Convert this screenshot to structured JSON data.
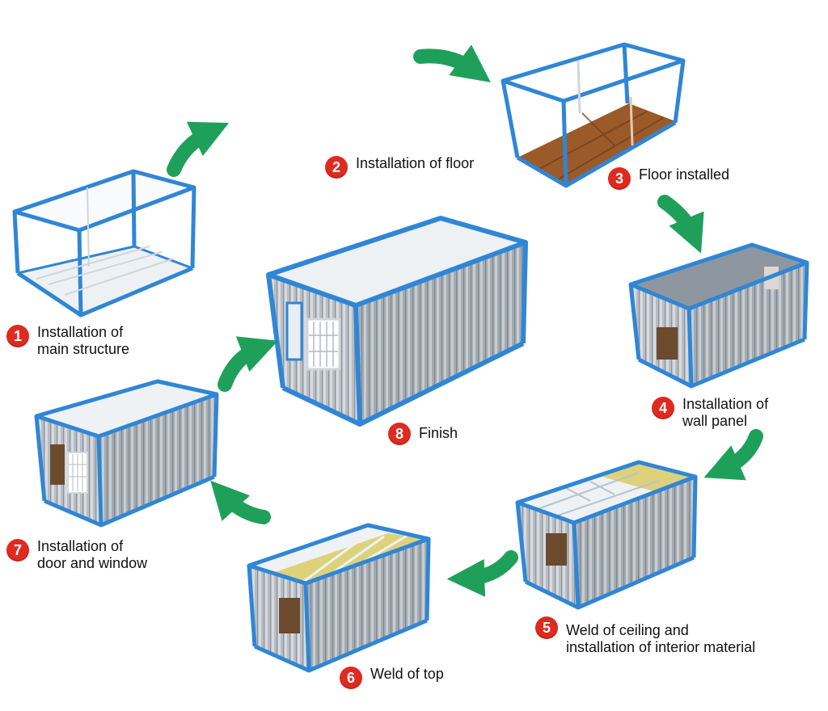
{
  "colors": {
    "frame": "#2f86d6",
    "frame_dark": "#1f6fbd",
    "roof": "#e9eef2",
    "wall": "#9ea6ad",
    "wall_light": "#c9ced3",
    "floor": "#9b5a2a",
    "insulation": "#ddd27a",
    "arrow": "#1fa05a",
    "badge": "#e02a1f"
  },
  "steps": [
    {
      "num": "1",
      "label": "Installation of\nmain structure",
      "icon": "frame-only"
    },
    {
      "num": "2",
      "label": "Installation of floor",
      "icon": "arrow"
    },
    {
      "num": "3",
      "label": "Floor installed",
      "icon": "frame-with-floor"
    },
    {
      "num": "4",
      "label": "Installation of\nwall panel",
      "icon": "walled-container"
    },
    {
      "num": "5",
      "label": "Weld of ceiling and\ninstallation of interior material",
      "icon": "ceiling-container"
    },
    {
      "num": "6",
      "label": "Weld of top",
      "icon": "top-insulation-container"
    },
    {
      "num": "7",
      "label": "Installation of\ndoor and window",
      "icon": "door-window-container"
    },
    {
      "num": "8",
      "label": "Finish",
      "icon": "finished-container"
    }
  ]
}
